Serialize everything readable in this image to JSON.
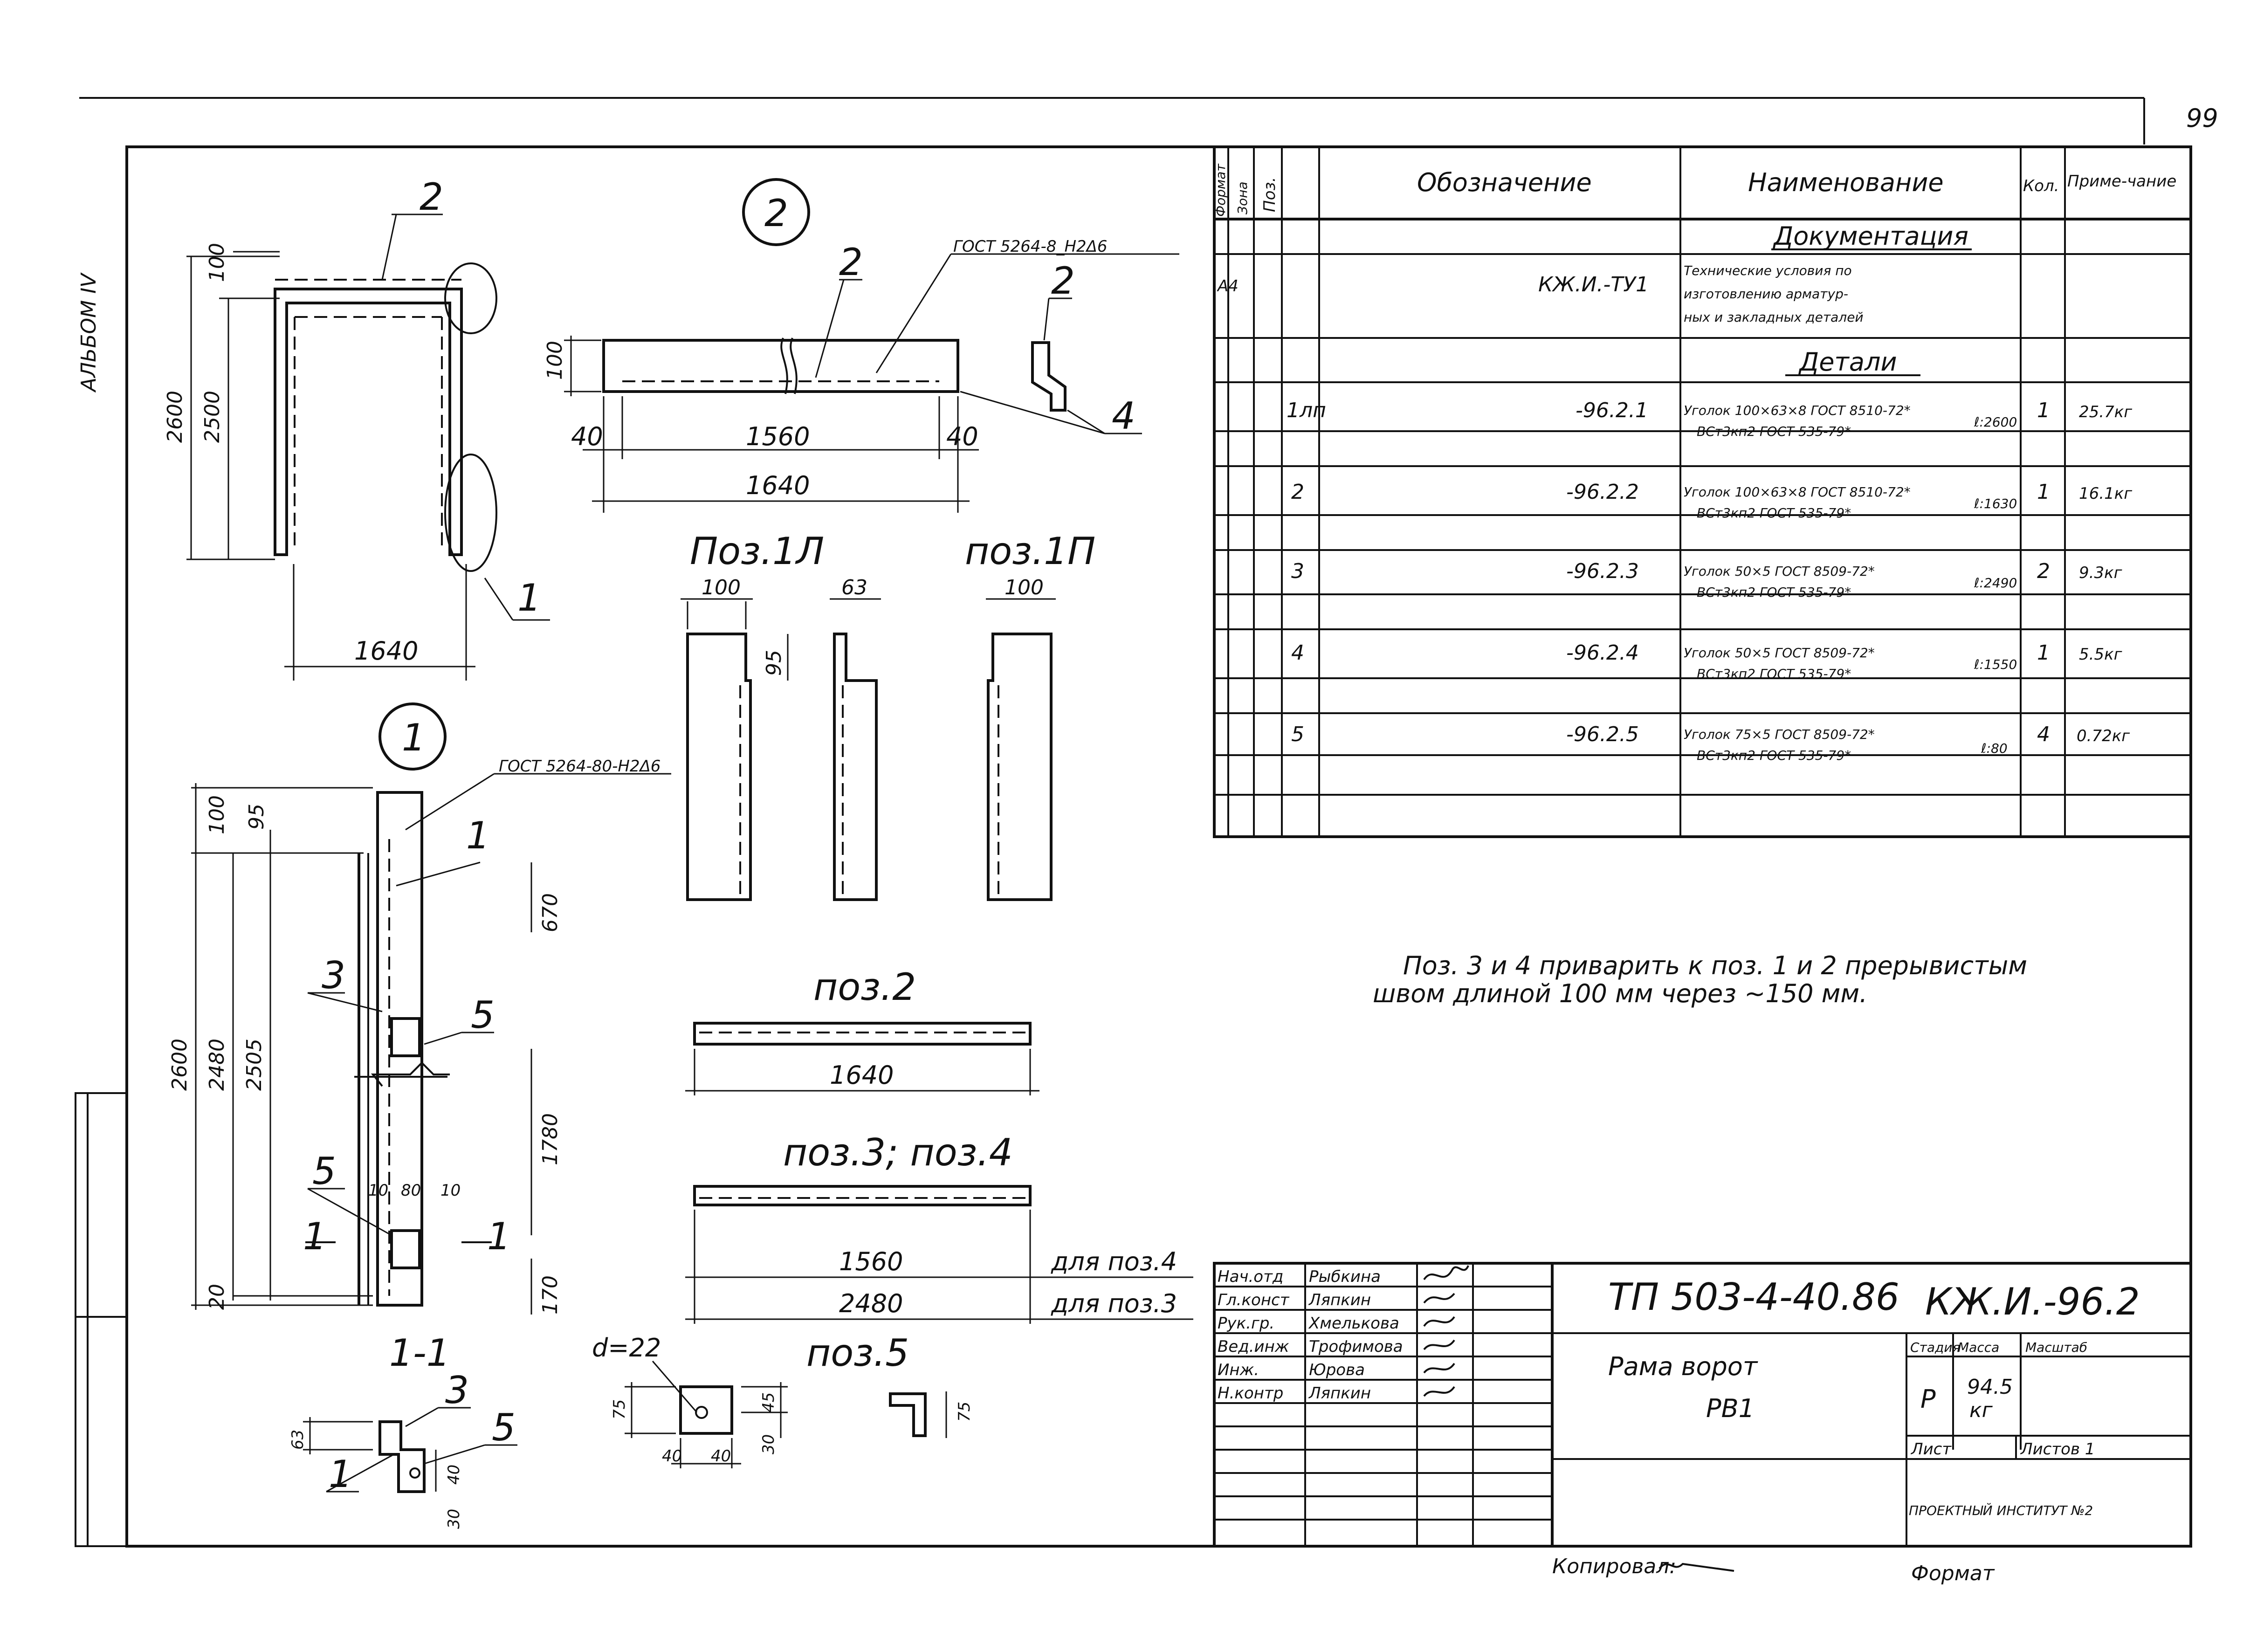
{
  "page_number": "99",
  "album": "АЛЬБОМ IV",
  "views": {
    "circle_1": "1",
    "circle_2": "2",
    "section_label": "1-1",
    "callout_1": "1",
    "callout_2": "2",
    "callout_3": "3",
    "callout_4": "4",
    "callout_5": "5",
    "gost_weld_1": "ГОСТ 5264-80-Н2Δ6",
    "gost_weld_2": "ГОСТ 5264-8_Н2Δ6",
    "pos_1l": "Поз.1Л",
    "pos_1p": "поз.1П",
    "pos_2": "поз.2",
    "pos_34": "поз.3; поз.4",
    "pos_5": "поз.5",
    "for_pos_4": "для поз.4",
    "for_pos_3": "для поз.3",
    "d_label": "d=22"
  },
  "dimensions": {
    "d100": "100",
    "d2500": "2500",
    "d2600": "2600",
    "d1640": "1640",
    "d1560": "1560",
    "d40": "40",
    "d95": "95",
    "d63": "63",
    "d670": "670",
    "d1780": "1780",
    "d170": "170",
    "d20": "20",
    "d2480": "2480",
    "d2505": "2505",
    "d80": "80",
    "d10": "10",
    "d75": "75",
    "d45": "45",
    "d30": "30"
  },
  "table": {
    "headers": {
      "format": "Формат",
      "zone": "Зона",
      "pos": "Поз.",
      "designation": "Обозначение",
      "name": "Наименование",
      "qty": "Кол.",
      "note": "Приме-чание"
    },
    "section_docs": "Документация",
    "section_parts": "Детали",
    "doc_row": {
      "format": "А4",
      "designation": "КЖ.И.-ТУ1",
      "name_lines": [
        "Технические условия по",
        "изготовлению арматур-",
        "ных и закладных деталей"
      ]
    },
    "rows": [
      {
        "pos": "1лп",
        "designation": "-96.2.1",
        "name_top": "Уголок 100×63×8 ГОСТ 8510-72*",
        "name_bottom": "ВСт3кп2 ГОСТ 535-79*",
        "length": "ℓ:2600",
        "qty": "1",
        "note": "25.7кг"
      },
      {
        "pos": "2",
        "designation": "-96.2.2",
        "name_top": "Уголок 100×63×8 ГОСТ 8510-72*",
        "name_bottom": "ВСт3кп2 ГОСТ 535-79*",
        "length": "ℓ:1630",
        "qty": "1",
        "note": "16.1кг"
      },
      {
        "pos": "3",
        "designation": "-96.2.3",
        "name_top": "Уголок 50×5 ГОСТ 8509-72*",
        "name_bottom": "ВСт3кп2 ГОСТ 535-79*",
        "length": "ℓ:2490",
        "qty": "2",
        "note": "9.3кг"
      },
      {
        "pos": "4",
        "designation": "-96.2.4",
        "name_top": "Уголок 50×5 ГОСТ 8509-72*",
        "name_bottom": "ВСт3кп2 ГОСТ 535-79*",
        "length": "ℓ:1550",
        "qty": "1",
        "note": "5.5кг"
      },
      {
        "pos": "5",
        "designation": "-96.2.5",
        "name_top": "Уголок 75×5 ГОСТ 8509-72*",
        "name_bottom": "ВСт3кп2 ГОСТ 535-79*",
        "length": "ℓ:80",
        "qty": "4",
        "note": "0.72кг"
      }
    ]
  },
  "note_lines": [
    "Поз. 3 и 4 приварить к поз. 1 и 2 прерывистым",
    "швом длиной 100 мм через ~150 мм."
  ],
  "title_block": {
    "roles": [
      "Нач.отд",
      "Гл.конст",
      "Рук.гр.",
      "Вед.инж",
      "Инж.",
      "Н.контр"
    ],
    "names": [
      "Рыбкина",
      "Ляпкин",
      "Хмелькова",
      "Трофимова",
      "Юрова",
      "Ляпкин"
    ],
    "code": "ТП 503-4-40.86",
    "doc_code": "КЖ.И.-96.2",
    "title_line1": "Рама ворот",
    "title_line2": "РВ1",
    "stage_label": "Стадия",
    "mass_label": "Масса",
    "scale_label": "Масштаб",
    "stage": "Р",
    "mass": "94.5",
    "mass_unit": "кг",
    "sheet_label": "Лист",
    "sheets_label": "Листов 1",
    "org": "ПРОЕКТНЫЙ ИНСТИТУТ №2"
  },
  "footer": {
    "copied": "Копировал:",
    "format": "Формат"
  }
}
